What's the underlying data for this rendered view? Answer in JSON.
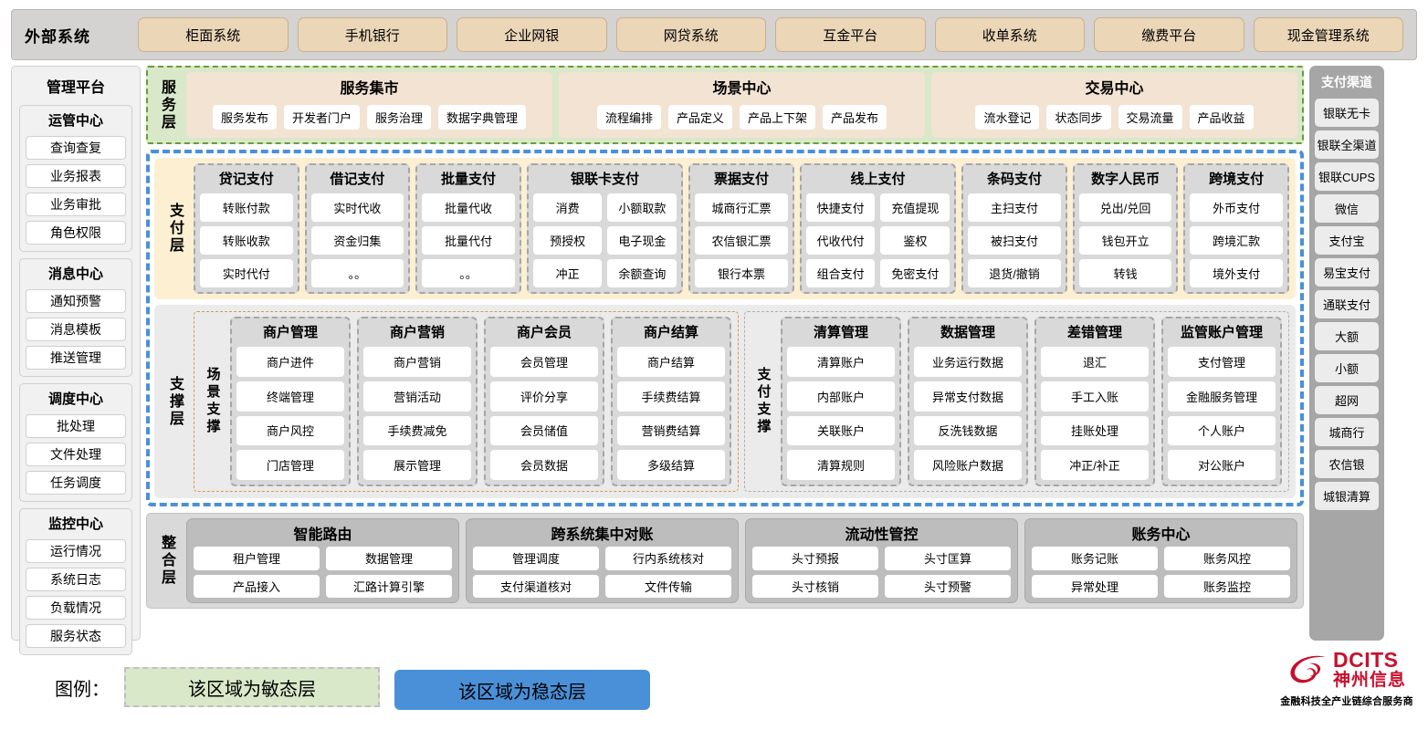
{
  "external": {
    "title": "外部系统",
    "items": [
      "柜面系统",
      "手机银行",
      "企业网银",
      "网贷系统",
      "互金平台",
      "收单系统",
      "缴费平台",
      "现金管理系统"
    ]
  },
  "management": {
    "title": "管理平台",
    "groups": [
      {
        "title": "运管中心",
        "items": [
          "查询查复",
          "业务报表",
          "业务审批",
          "角色权限"
        ]
      },
      {
        "title": "消息中心",
        "items": [
          "通知预警",
          "消息模板",
          "推送管理"
        ]
      },
      {
        "title": "调度中心",
        "items": [
          "批处理",
          "文件处理",
          "任务调度"
        ]
      },
      {
        "title": "监控中心",
        "items": [
          "运行情况",
          "系统日志",
          "负载情况",
          "服务状态"
        ]
      }
    ]
  },
  "channels": {
    "title": "支付渠道",
    "items": [
      "银联无卡",
      "银联全渠道",
      "银联CUPS",
      "微信",
      "支付宝",
      "易宝支付",
      "通联支付",
      "大额",
      "小额",
      "超网",
      "城商行",
      "农信银",
      "城银清算"
    ]
  },
  "service_layer": {
    "label": "服务层",
    "boxes": [
      {
        "title": "服务集市",
        "items": [
          "服务发布",
          "开发者门户",
          "服务治理",
          "数据字典管理"
        ]
      },
      {
        "title": "场景中心",
        "items": [
          "流程编排",
          "产品定义",
          "产品上下架",
          "产品发布"
        ]
      },
      {
        "title": "交易中心",
        "items": [
          "流水登记",
          "状态同步",
          "交易流量",
          "产品收益"
        ]
      }
    ]
  },
  "payment_layer": {
    "label": "支付层",
    "groups": [
      {
        "title": "贷记支付",
        "columns": 1,
        "items": [
          "转账付款",
          "转账收款",
          "实时代付"
        ]
      },
      {
        "title": "借记支付",
        "columns": 1,
        "items": [
          "实时代收",
          "资金归集",
          "。。"
        ]
      },
      {
        "title": "批量支付",
        "columns": 1,
        "items": [
          "批量代收",
          "批量代付",
          "。。"
        ]
      },
      {
        "title": "银联卡支付",
        "columns": 2,
        "items": [
          "消费",
          "小额取款",
          "预授权",
          "电子现金",
          "冲正",
          "余额查询"
        ]
      },
      {
        "title": "票据支付",
        "columns": 1,
        "items": [
          "城商行汇票",
          "农信银汇票",
          "银行本票"
        ]
      },
      {
        "title": "线上支付",
        "columns": 2,
        "items": [
          "快捷支付",
          "充值提现",
          "代收代付",
          "鉴权",
          "组合支付",
          "免密支付"
        ]
      },
      {
        "title": "条码支付",
        "columns": 1,
        "items": [
          "主扫支付",
          "被扫支付",
          "退货/撤销"
        ]
      },
      {
        "title": "数字人民币",
        "columns": 1,
        "items": [
          "兑出/兑回",
          "钱包开立",
          "转钱"
        ]
      },
      {
        "title": "跨境支付",
        "columns": 1,
        "items": [
          "外币支付",
          "跨境汇款",
          "境外支付"
        ]
      }
    ]
  },
  "support_layer": {
    "label": "支撑层",
    "panels": [
      {
        "sub_label": "场景支撑",
        "groups": [
          {
            "title": "商户管理",
            "items": [
              "商户进件",
              "终端管理",
              "商户风控",
              "门店管理"
            ]
          },
          {
            "title": "商户营销",
            "items": [
              "商户营销",
              "营销活动",
              "手续费减免",
              "展示管理"
            ]
          },
          {
            "title": "商户会员",
            "items": [
              "会员管理",
              "评价分享",
              "会员储值",
              "会员数据"
            ]
          },
          {
            "title": "商户结算",
            "items": [
              "商户结算",
              "手续费结算",
              "营销费结算",
              "多级结算"
            ]
          }
        ]
      },
      {
        "sub_label": "支付支撑",
        "groups": [
          {
            "title": "清算管理",
            "items": [
              "清算账户",
              "内部账户",
              "关联账户",
              "清算规则"
            ]
          },
          {
            "title": "数据管理",
            "items": [
              "业务运行数据",
              "异常支付数据",
              "反洗钱数据",
              "风险账户数据"
            ]
          },
          {
            "title": "差错管理",
            "items": [
              "退汇",
              "手工入账",
              "挂账处理",
              "冲正/补正"
            ]
          },
          {
            "title": "监管账户管理",
            "items": [
              "支付管理",
              "金融服务管理",
              "个人账户",
              "对公账户"
            ]
          }
        ]
      }
    ]
  },
  "integration_layer": {
    "label": "整合层",
    "boxes": [
      {
        "title": "智能路由",
        "items": [
          "租户管理",
          "数据管理",
          "产品接入",
          "汇路计算引擎"
        ]
      },
      {
        "title": "跨系统集中对账",
        "items": [
          "管理调度",
          "行内系统核对",
          "支付渠道核对",
          "文件传输"
        ]
      },
      {
        "title": "流动性管控",
        "items": [
          "头寸预报",
          "头寸匡算",
          "头寸核销",
          "头寸预警"
        ]
      },
      {
        "title": "账务中心",
        "items": [
          "账务记账",
          "账务风控",
          "异常处理",
          "账务监控"
        ]
      }
    ]
  },
  "legend": {
    "label": "图例：",
    "agile": "该区域为敏态层",
    "stable": "该区域为稳态层"
  },
  "logo": {
    "brand_en": "DCITS",
    "brand_cn": "神州信息",
    "tagline": "金融科技全产业链综合服务商"
  },
  "colors": {
    "agile_green": "#d9e8c8",
    "stable_blue": "#4a90d9",
    "external_chip": "#ebd6b8",
    "payment_bg": "#fdf0d2",
    "brand_red": "#c8102e"
  }
}
